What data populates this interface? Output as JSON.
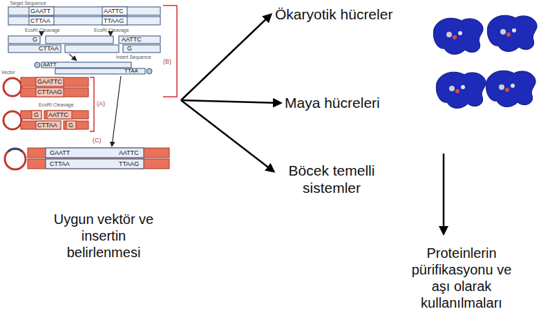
{
  "diagram": {
    "nodes": [
      {
        "text": [
          "Uygun vektör ve insertin belirlenmesi"
        ]
      },
      {
        "text": [
          "Ökaryotik hücreler"
        ]
      },
      {
        "text": [
          "Maya hücreleri"
        ]
      },
      {
        "text": [
          "Böcek temelli sistemler"
        ]
      },
      {
        "text": [
          "Proteinlerin pürifikasyonu ve aşı olarak kullanılmaları"
        ]
      }
    ],
    "edges": [
      {
        "from": 0,
        "to": 1,
        "arrow": "to"
      },
      {
        "from": 0,
        "to": 2,
        "arrow": "to"
      },
      {
        "from": 0,
        "to": 3,
        "arrow": "to"
      }
    ],
    "labels": [
      "Target Sequence",
      "GAATT",
      "AATTC",
      "CTTAA",
      "TTAAG",
      "EcoRI Cleavage",
      "EcoRI Cleavage",
      "G",
      "CTTAA",
      "AATTC",
      "G",
      "(B)",
      "AATT",
      "TTAA",
      "Insert Sequence",
      "Vector",
      "GAATTC",
      "CTTAAG",
      "(A)",
      "EcoRI Cleavage",
      "G",
      "AATTC",
      "CTTAA",
      "G",
      "(C)",
      "GAATT",
      "CTTAA",
      "AATTC",
      "TTAAG"
    ]
  }
}
